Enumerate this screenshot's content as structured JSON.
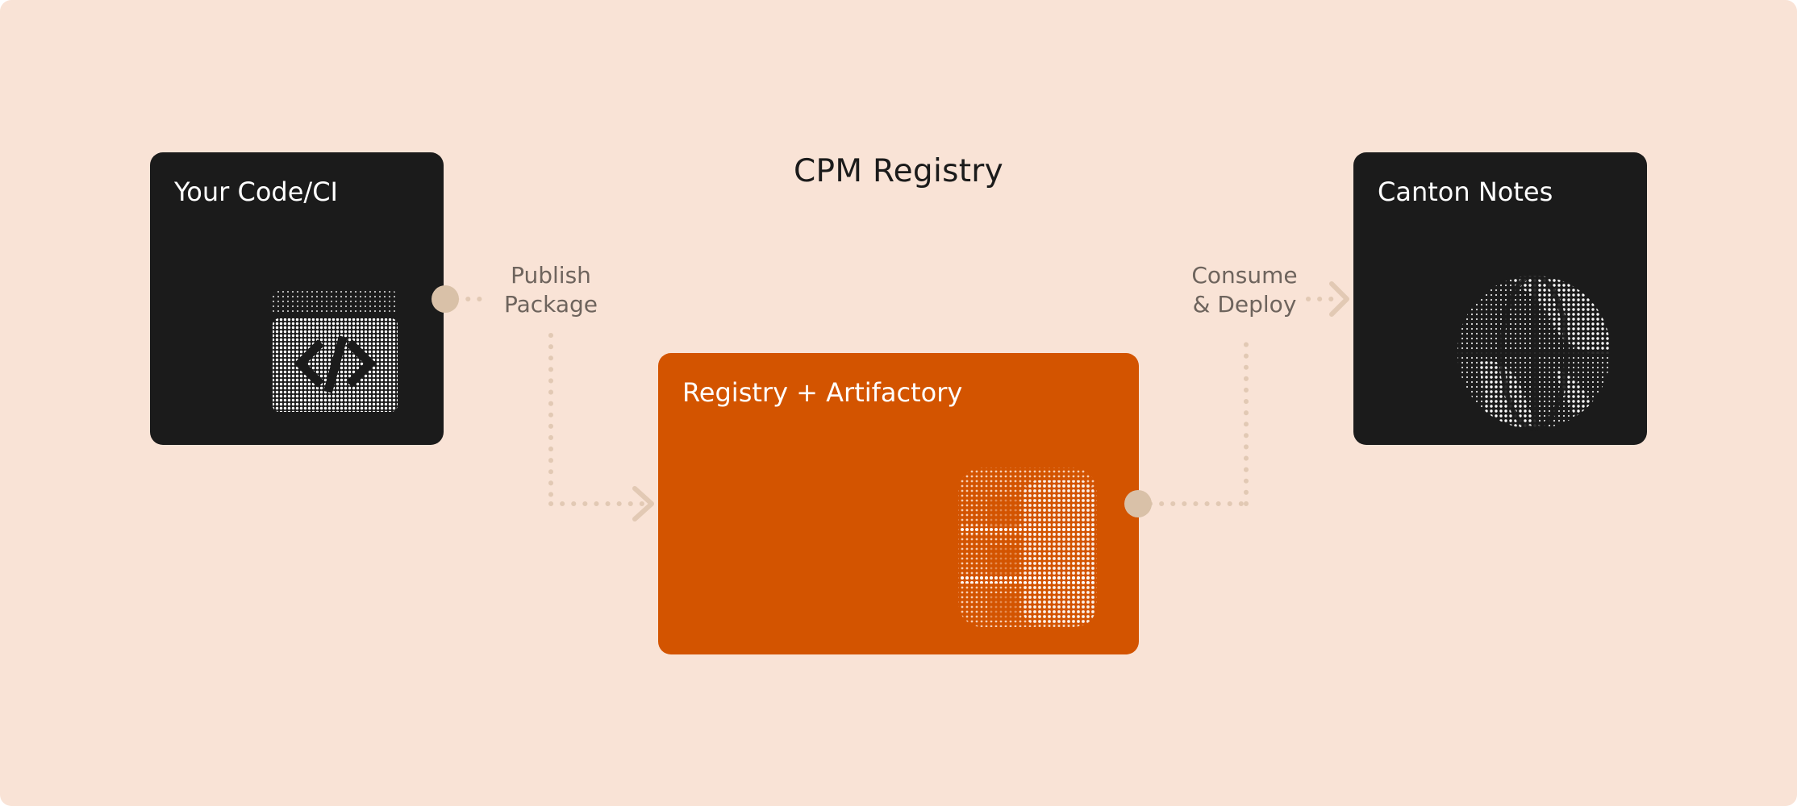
{
  "diagram": {
    "title": "CPM Registry",
    "nodes": {
      "source": {
        "label": "Your Code/CI",
        "icon": "code-window-icon"
      },
      "registry": {
        "label": "Registry + Artifactory",
        "icon": "database-icon"
      },
      "target": {
        "label": "Canton Notes",
        "icon": "globe-icon"
      }
    },
    "edges": {
      "publish": {
        "line1": "Publish",
        "line2": "Package",
        "from": "Your Code/CI",
        "to": "Registry + Artifactory"
      },
      "consume": {
        "line1": "Consume",
        "line2": "& Deploy",
        "from": "Registry + Artifactory",
        "to": "Canton Notes"
      }
    },
    "colors": {
      "background": "#f9e3d6",
      "dark_box": "#1b1b1b",
      "accent_box": "#d35400",
      "connector": "#e2c9b4",
      "connector_dot": "#d9c1a8"
    }
  }
}
